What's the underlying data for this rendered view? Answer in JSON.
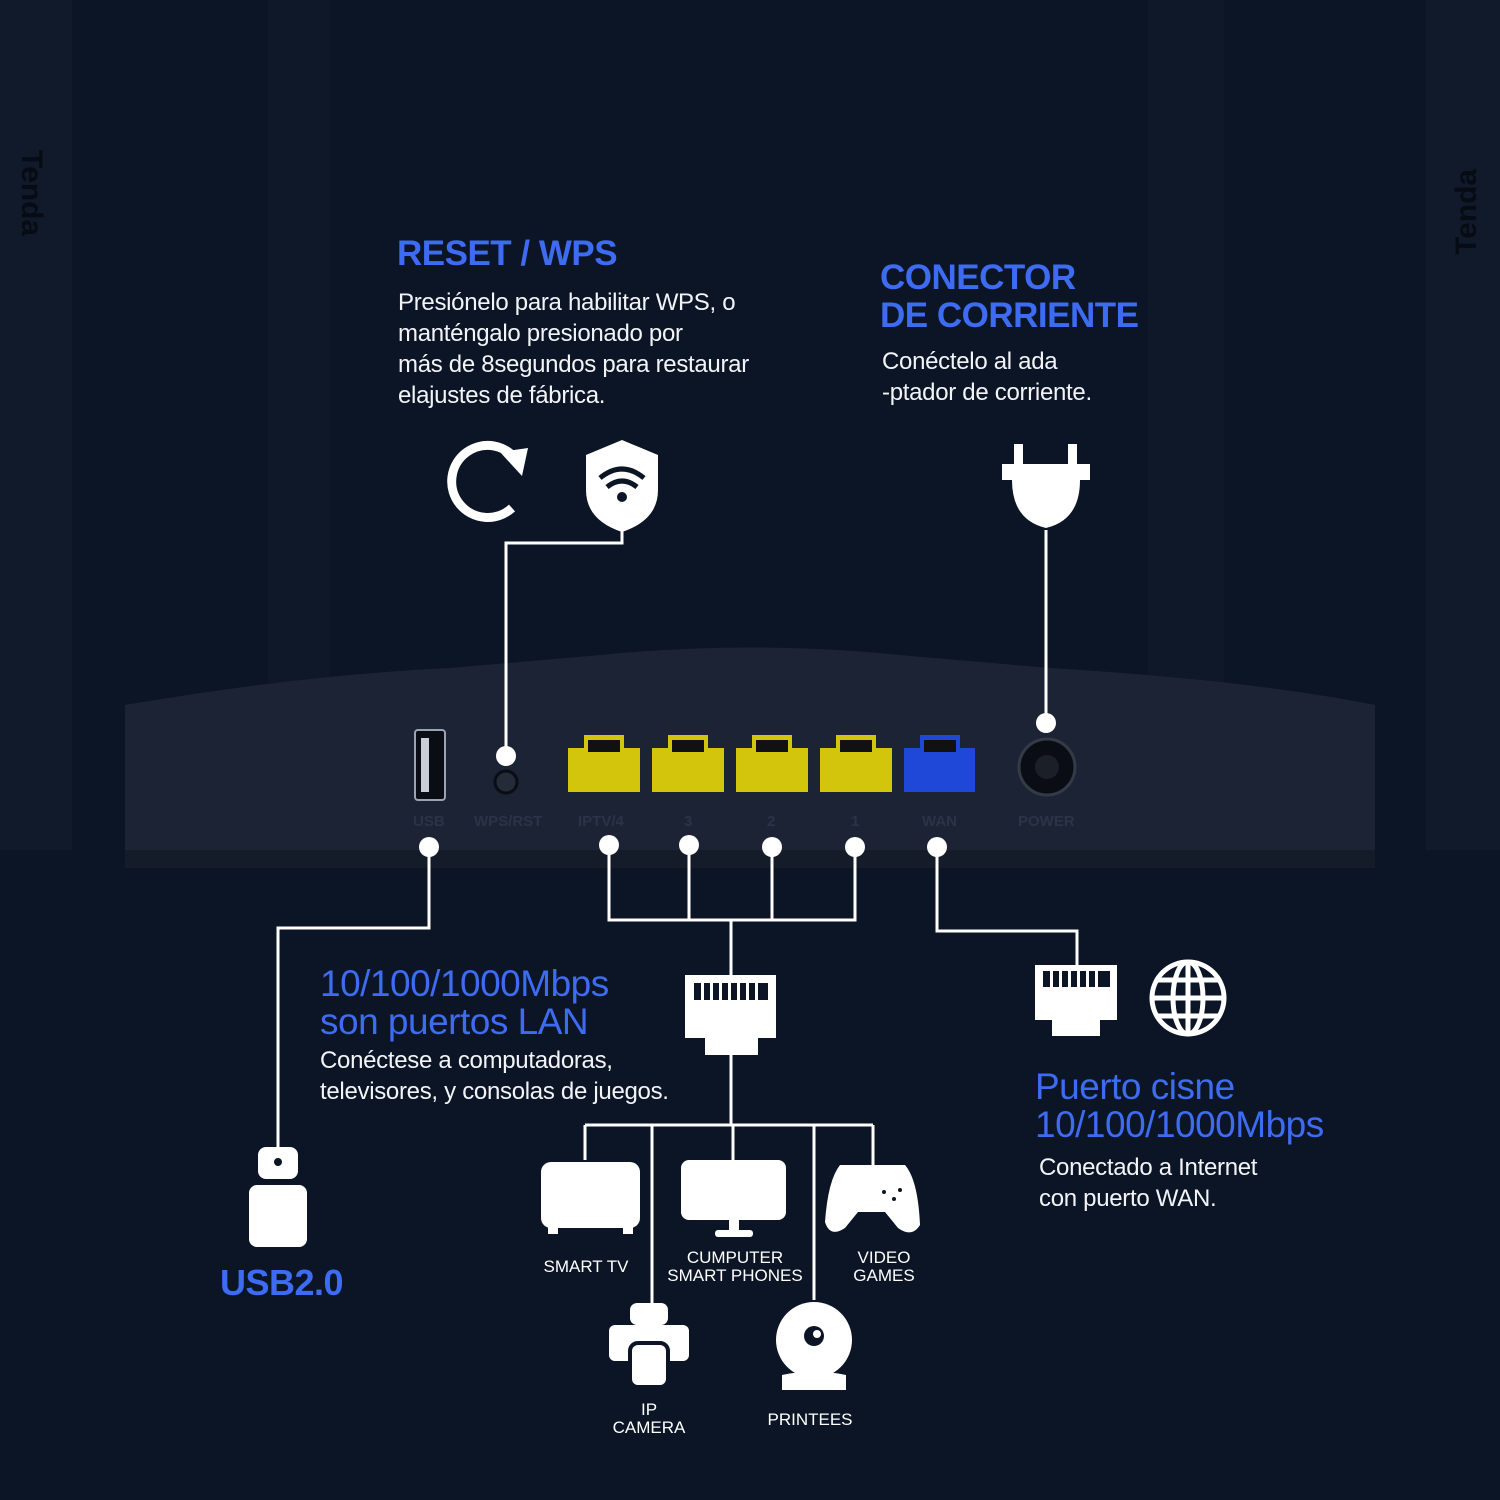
{
  "brand": "Tenda",
  "router_ports": {
    "usb": "USB",
    "wps_rst": "WPS/RST",
    "lan4": "IPTV/4",
    "lan3": "3",
    "lan2": "2",
    "lan1": "1",
    "wan": "WAN",
    "power": "POWER"
  },
  "reset_wps": {
    "title": "RESET / WPS",
    "lines": [
      "Presiónelo para habilitar WPS, o",
      "manténgalo presionado por",
      "más de 8segundos para restaurar",
      "elajustes de fábrica."
    ]
  },
  "power_connector": {
    "title_lines": [
      "CONECTOR",
      "DE CORRIENTE"
    ],
    "lines": [
      "Conéctelo al ada",
      "-ptador de corriente."
    ]
  },
  "lan": {
    "title_lines": [
      "10/100/1000Mbps",
      "son puertos LAN"
    ],
    "lines": [
      "Conéctese a computadoras,",
      "televisores, y consolas de juegos."
    ]
  },
  "usb": {
    "title": "USB2.0"
  },
  "wan": {
    "title_lines": [
      "Puerto cisne",
      "10/100/1000Mbps"
    ],
    "lines": [
      "Conectado a Internet",
      "con puerto WAN."
    ]
  },
  "devices": {
    "smart_tv": [
      "SMART TV"
    ],
    "computer": [
      "CUMPUTER",
      "SMART PHONES"
    ],
    "video_games": [
      "VIDEO",
      "GAMES"
    ],
    "ip_camera": [
      "IP",
      "CAMERA"
    ],
    "printer": [
      "PRINTEES"
    ]
  },
  "colors": {
    "background": "#0c1526",
    "accent": "#3d6cf2",
    "lan_port": "#d8cc10",
    "wan_port": "#1f48d8"
  }
}
